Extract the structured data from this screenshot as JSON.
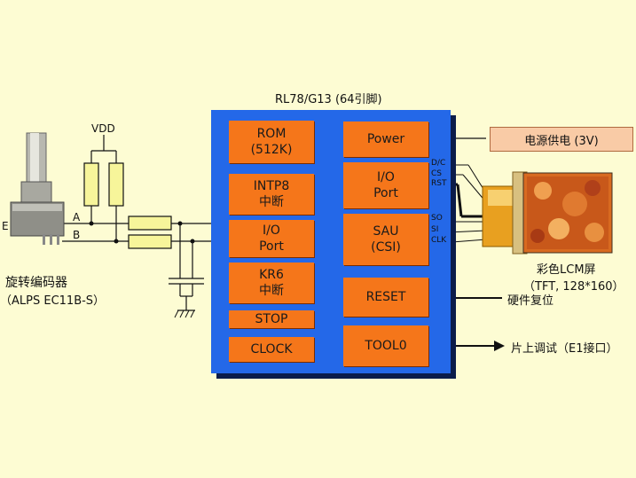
{
  "title": "RL78/G13 (64引脚)",
  "blocks": {
    "rom": "ROM\n(512K)",
    "intp8": "INTP8\n中断",
    "io_port_left": "I/O\nPort",
    "kr6": "KR6\n中断",
    "stop": "STOP",
    "clock": "CLOCK",
    "power": "Power",
    "io_port_right": "I/O\nPort",
    "sau": "SAU\n(CSI)",
    "reset": "RESET",
    "tool0": "TOOL0"
  },
  "pins": {
    "dc": "D/C",
    "cs": "CS",
    "rst": "RST",
    "so": "SO",
    "si": "SI",
    "clk": "CLK"
  },
  "labels": {
    "vdd": "VDD",
    "line_a": "A",
    "line_b": "B",
    "line_e": "E",
    "encoder_name": "旋转编码器",
    "encoder_model": "（ALPS EC11B-S）",
    "power_supply": "电源供电 (3V)",
    "lcd_name": "彩色LCM屏",
    "lcd_spec": "（TFT, 128*160）",
    "reset_label": "硬件复位",
    "debug_label": "片上调试（E1接口）"
  },
  "colors": {
    "background": "#fdfcd3",
    "chip": "#2468e8",
    "block": "#f5761a",
    "resistor": "#f7f59a",
    "power_box": "#f9cba6"
  }
}
